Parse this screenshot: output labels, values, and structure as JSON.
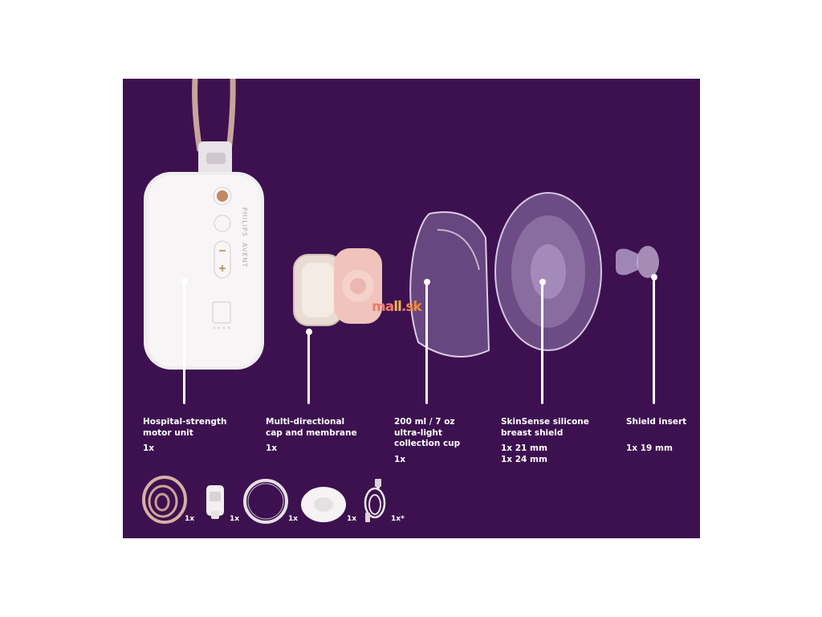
{
  "components": [
    {
      "id": "motor",
      "title_lines": [
        "Hospital-strength",
        "motor unit"
      ],
      "qty_lines": [
        "1x"
      ]
    },
    {
      "id": "cap",
      "title_lines": [
        "Multi-directional",
        "cap and membrane"
      ],
      "qty_lines": [
        "1x"
      ]
    },
    {
      "id": "cup",
      "title_lines": [
        "200 ml / 7 oz",
        "ultra-light",
        "collection cup"
      ],
      "qty_lines": [
        "1x"
      ]
    },
    {
      "id": "shield",
      "title_lines": [
        "SkinSense silicone",
        "breast shield"
      ],
      "qty_lines": [
        "1x 21 mm",
        "1x 24 mm"
      ]
    },
    {
      "id": "insert",
      "title_lines": [
        "Shield insert"
      ],
      "qty_lines": [
        "1x 19 mm"
      ]
    }
  ],
  "accessories": [
    {
      "id": "strap",
      "qty": "1x"
    },
    {
      "id": "clip",
      "qty": "1x"
    },
    {
      "id": "bra-ring",
      "qty": "1x"
    },
    {
      "id": "disc",
      "qty": "1x"
    },
    {
      "id": "usb-cable",
      "qty": "1x*"
    }
  ],
  "device": {
    "brand": "PHILIPS",
    "brand2": "AVENT"
  },
  "watermark": {
    "text": "mall.sk"
  },
  "colors": {
    "panel": "#3d1150",
    "text": "#ffffff",
    "accent": "#c08a62"
  }
}
